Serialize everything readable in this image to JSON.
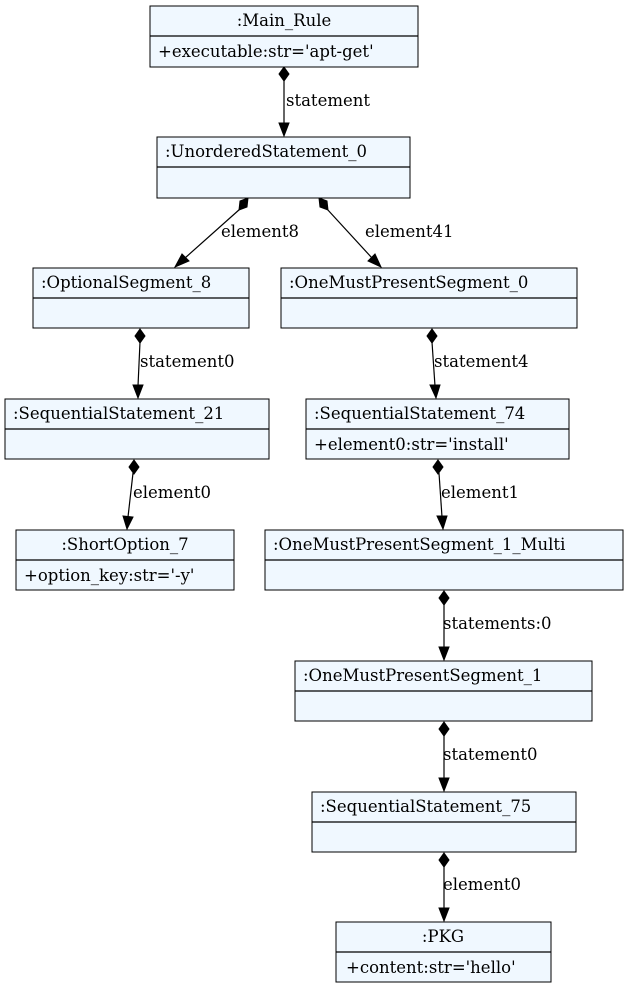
{
  "nodes": {
    "main_rule": {
      "title": ":Main_Rule",
      "attrs": [
        "+executable:str='apt-get'"
      ]
    },
    "unordered_statement_0": {
      "title": ":UnorderedStatement_0",
      "attrs": []
    },
    "optional_segment_8": {
      "title": ":OptionalSegment_8",
      "attrs": []
    },
    "one_must_present_segment_0": {
      "title": ":OneMustPresentSegment_0",
      "attrs": []
    },
    "sequential_statement_21": {
      "title": ":SequentialStatement_21",
      "attrs": []
    },
    "sequential_statement_74": {
      "title": ":SequentialStatement_74",
      "attrs": [
        "+element0:str='install'"
      ]
    },
    "short_option_7": {
      "title": ":ShortOption_7",
      "attrs": [
        "+option_key:str='-y'"
      ]
    },
    "one_must_present_segment_1_multi": {
      "title": ":OneMustPresentSegment_1_Multi",
      "attrs": []
    },
    "one_must_present_segment_1": {
      "title": ":OneMustPresentSegment_1",
      "attrs": []
    },
    "sequential_statement_75": {
      "title": ":SequentialStatement_75",
      "attrs": []
    },
    "pkg": {
      "title": ":PKG",
      "attrs": [
        "+content:str='hello'"
      ]
    }
  },
  "edges": [
    {
      "from": "main_rule",
      "to": "unordered_statement_0",
      "label": "statement"
    },
    {
      "from": "unordered_statement_0",
      "to": "optional_segment_8",
      "label": "element8"
    },
    {
      "from": "unordered_statement_0",
      "to": "one_must_present_segment_0",
      "label": "element41"
    },
    {
      "from": "optional_segment_8",
      "to": "sequential_statement_21",
      "label": "statement0"
    },
    {
      "from": "sequential_statement_21",
      "to": "short_option_7",
      "label": "element0"
    },
    {
      "from": "one_must_present_segment_0",
      "to": "sequential_statement_74",
      "label": "statement4"
    },
    {
      "from": "sequential_statement_74",
      "to": "one_must_present_segment_1_multi",
      "label": "element1"
    },
    {
      "from": "one_must_present_segment_1_multi",
      "to": "one_must_present_segment_1",
      "label": "statements:0"
    },
    {
      "from": "one_must_present_segment_1",
      "to": "sequential_statement_75",
      "label": "statement0"
    },
    {
      "from": "sequential_statement_75",
      "to": "pkg",
      "label": "element0"
    }
  ]
}
